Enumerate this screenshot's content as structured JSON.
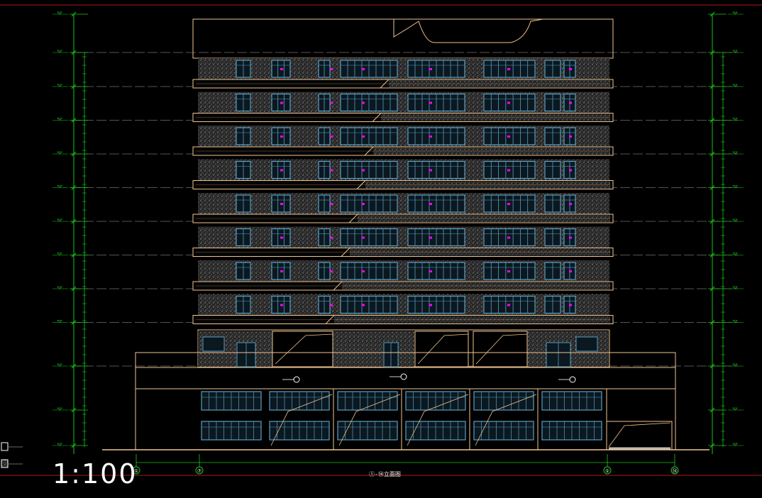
{
  "drawing": {
    "scale": "1:100",
    "title": "①-⑭立面图",
    "colors": {
      "background": "#000000",
      "outline": "#f0c490",
      "window": "#5a9ec0",
      "dimension": "#18c818",
      "level_line": "#cfcfcf",
      "tag": "#ff00ff",
      "frame": "#b01818"
    },
    "axes": [
      {
        "label": "①",
        "pos": "far-left"
      },
      {
        "label": "⑦",
        "pos": "left"
      },
      {
        "label": "①",
        "pos": "right"
      },
      {
        "label": "⑭",
        "pos": "far-right"
      }
    ],
    "storey_count": 8,
    "podium_rows": 2
  }
}
